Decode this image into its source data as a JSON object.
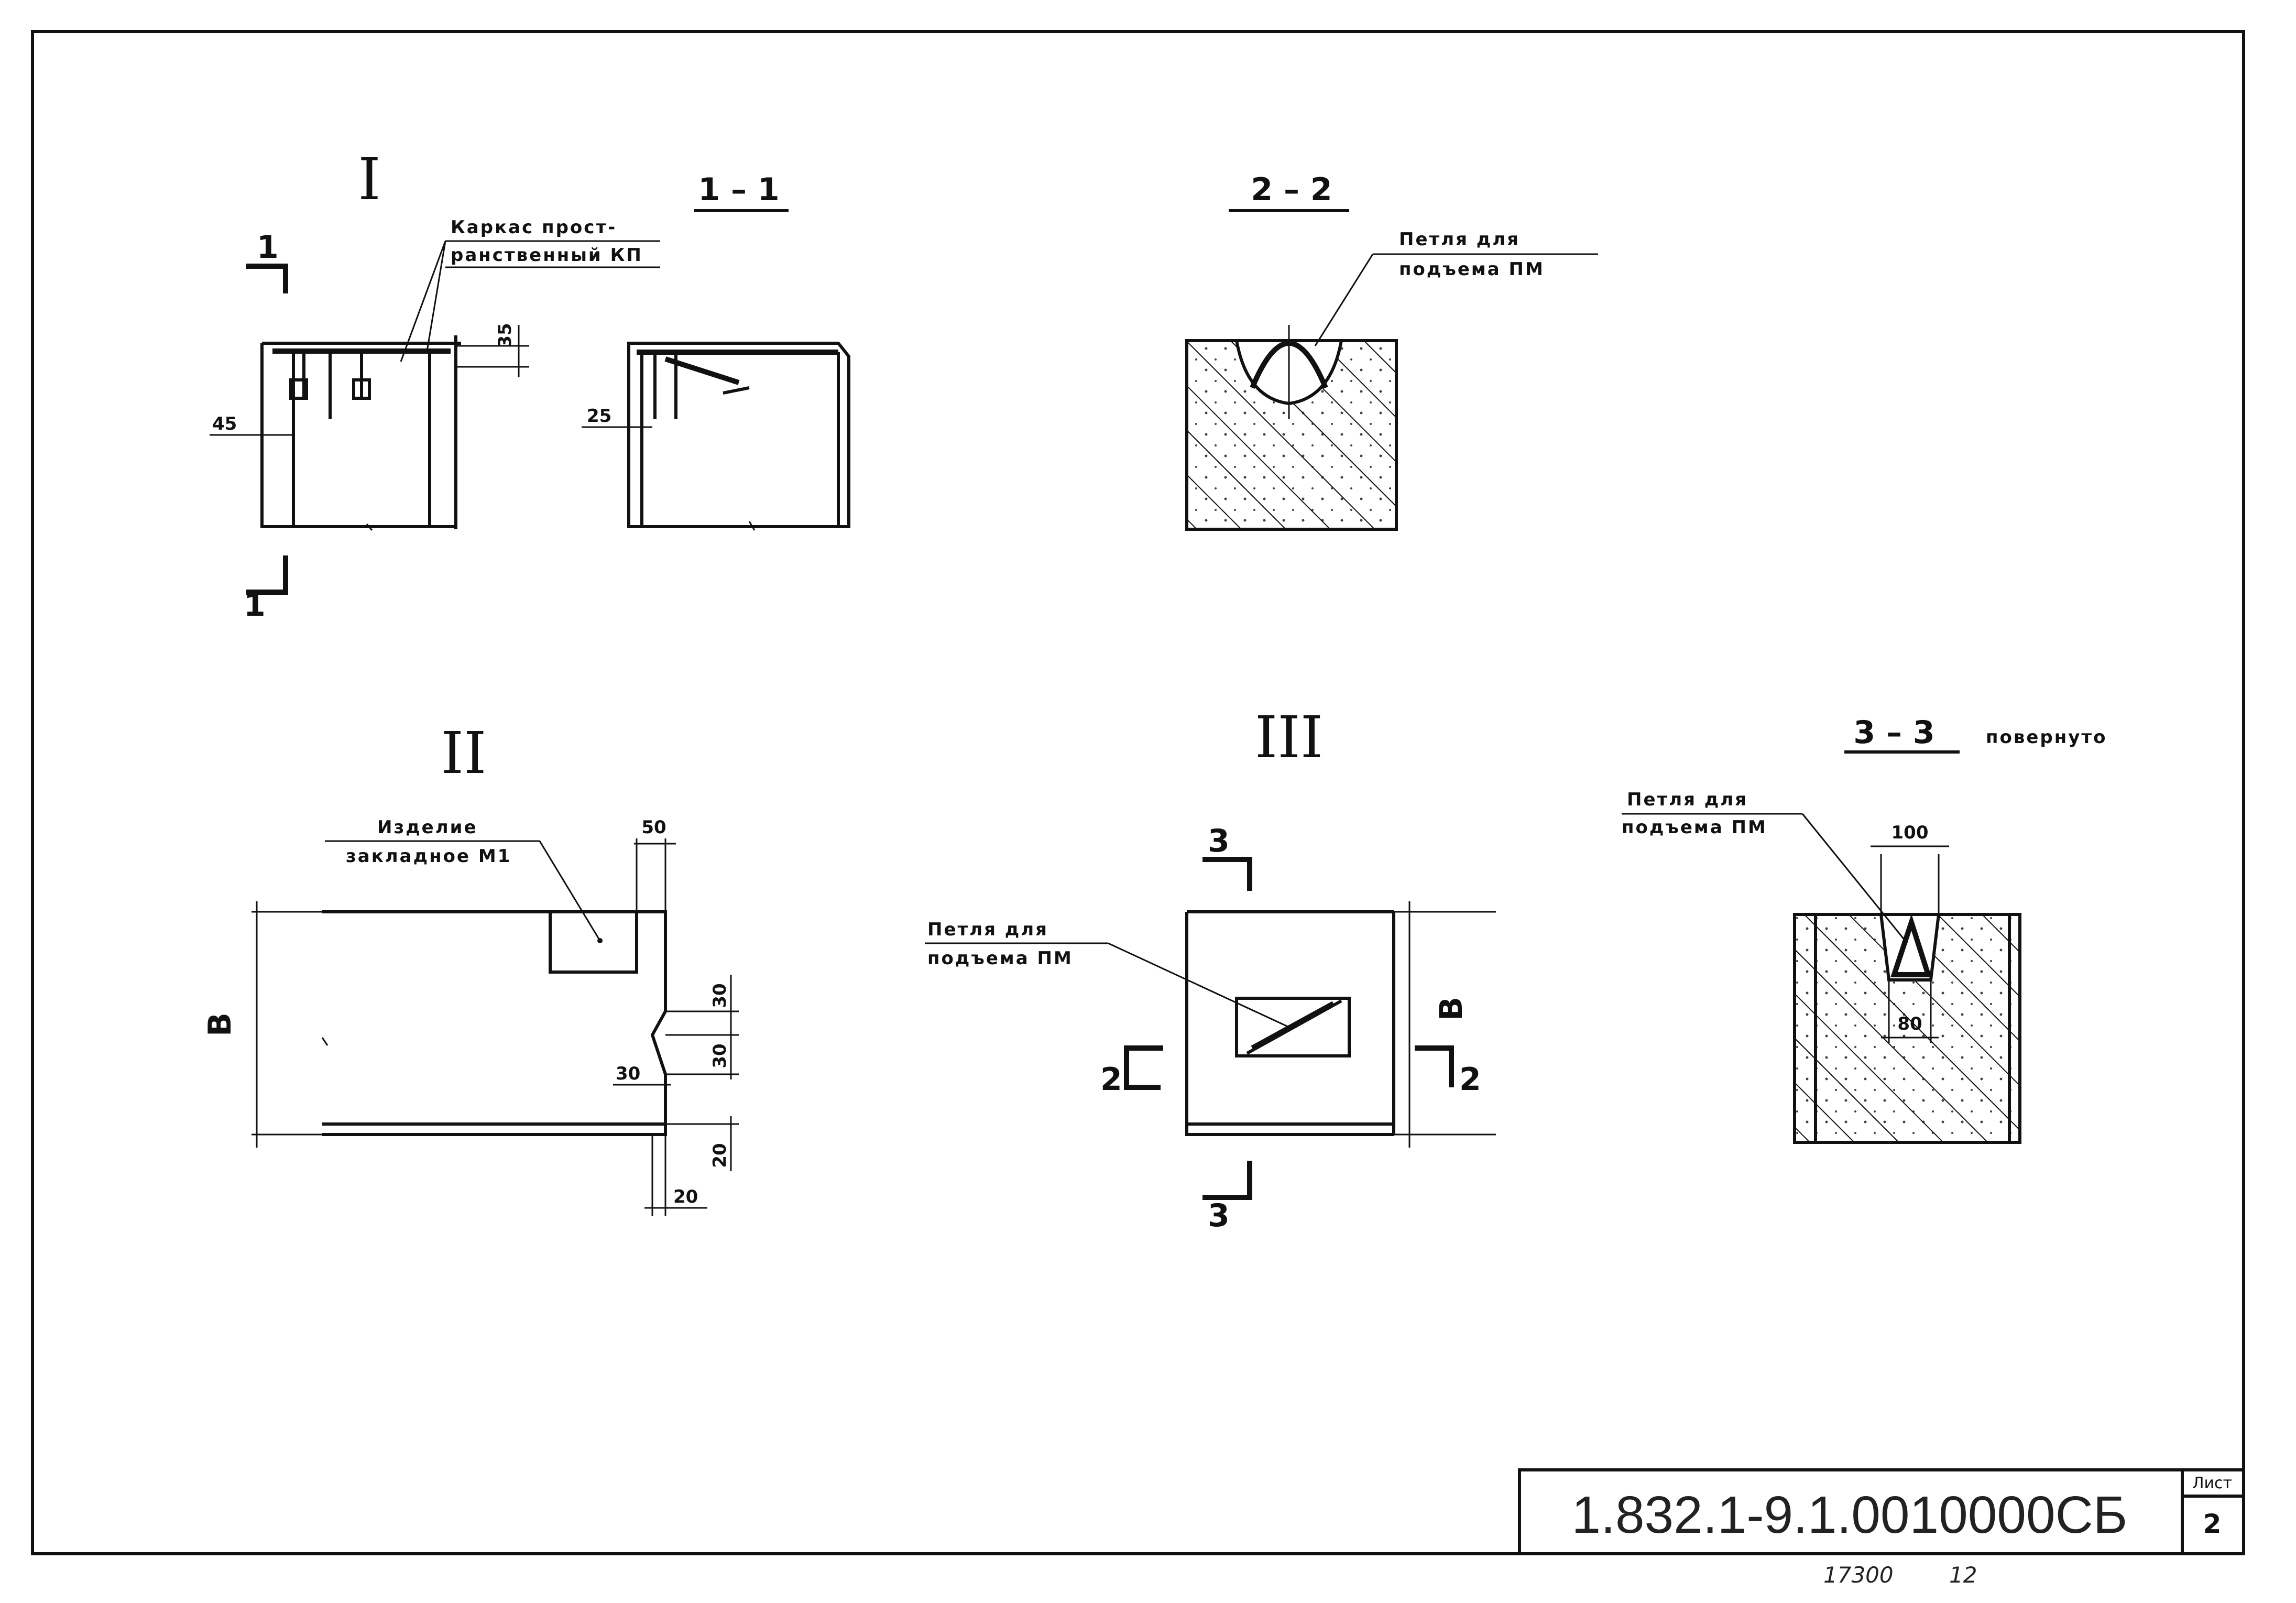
{
  "views": {
    "view1": {
      "roman": "I",
      "cut_top": "1",
      "cut_bottom": "1",
      "callout_line1": "Каркас прост-",
      "callout_line2": "ранственный КП",
      "dim_top": "35",
      "dim_left": "45"
    },
    "sec11": {
      "title": "1 – 1",
      "dim": "25"
    },
    "sec22": {
      "title": "2 – 2",
      "callout_line1": "Петля для",
      "callout_line2": "подъема ПМ"
    },
    "view2": {
      "roman": "II",
      "callout_line1": "Изделие",
      "callout_line2": "закладное М1",
      "dim_50": "50",
      "dim_30a": "30",
      "dim_30b": "30",
      "dim_30c": "30",
      "dim_20a": "20",
      "dim_20b": "20",
      "b_label": "B"
    },
    "view3": {
      "roman": "III",
      "cut3_top": "3",
      "cut3_bottom": "3",
      "cut2_left": "2",
      "cut2_right": "2",
      "callout_line1": "Петля для",
      "callout_line2": "подъема ПМ",
      "b_label": "B"
    },
    "sec33": {
      "title": "3 – 3",
      "note": "повернуто",
      "callout_line1": "Петля для",
      "callout_line2": "подъема ПМ",
      "dim_100": "100",
      "dim_80": "80"
    }
  },
  "title_block": {
    "code": "1.832.1-9.1.0010000СБ",
    "sheet_label": "Лист",
    "sheet_number": "2"
  },
  "footer": {
    "stamp1": "17300",
    "stamp2": "12"
  }
}
